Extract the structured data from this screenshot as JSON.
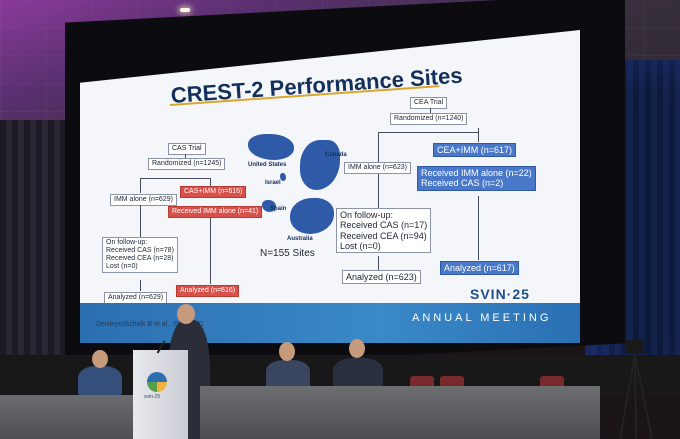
{
  "slide": {
    "title": "CREST-2 Performance Sites",
    "sites_count": "N=155 Sites",
    "citation": "Derdeyn/Schalk B et al., Stroke 20",
    "logo": "SVIN·25",
    "band": "ANNUAL MEETING",
    "map_labels": {
      "usa": "United States",
      "canada": "Canada",
      "israel": "Israel",
      "spain": "Spain",
      "australia": "Australia"
    },
    "cas_trial": {
      "header": "CAS Trial",
      "randomized": "Randomized (n=1245)",
      "imm_alone": "IMM alone (n=629)",
      "cas_imm": "CAS+IMM (n=616)",
      "received_imm": "Received IMM alone (n=41)",
      "followup": [
        "On follow-up:",
        "Received CAS (n=78)",
        "Received CEA (n=28)",
        "Lost (n=0)"
      ],
      "analyzed_left": "Analyzed (n=629)",
      "analyzed_right": "Analyzed (n=616)"
    },
    "cea_trial": {
      "header": "CEA Trial",
      "randomized": "Randomized (n=1240)",
      "imm_alone": "IMM alone (n=623)",
      "cea_imm": "CEA+IMM (n=617)",
      "received": [
        "Received IMM alone (n=22)",
        "Received CAS (n=2)"
      ],
      "followup": [
        "On follow-up:",
        "Received CAS (n=17)",
        "Received CEA (n=94)",
        "Lost (n=0)"
      ],
      "analyzed_left": "Analyzed (n=623)",
      "analyzed_right": "Analyzed (n=617)"
    }
  },
  "podium": {
    "label": "svin·25"
  },
  "colors": {
    "screen": "#f4f6fa",
    "title": "#13305a",
    "red_box": "#d8504a",
    "blue_box": "#4a78c8",
    "band": "#2b6fb0"
  }
}
